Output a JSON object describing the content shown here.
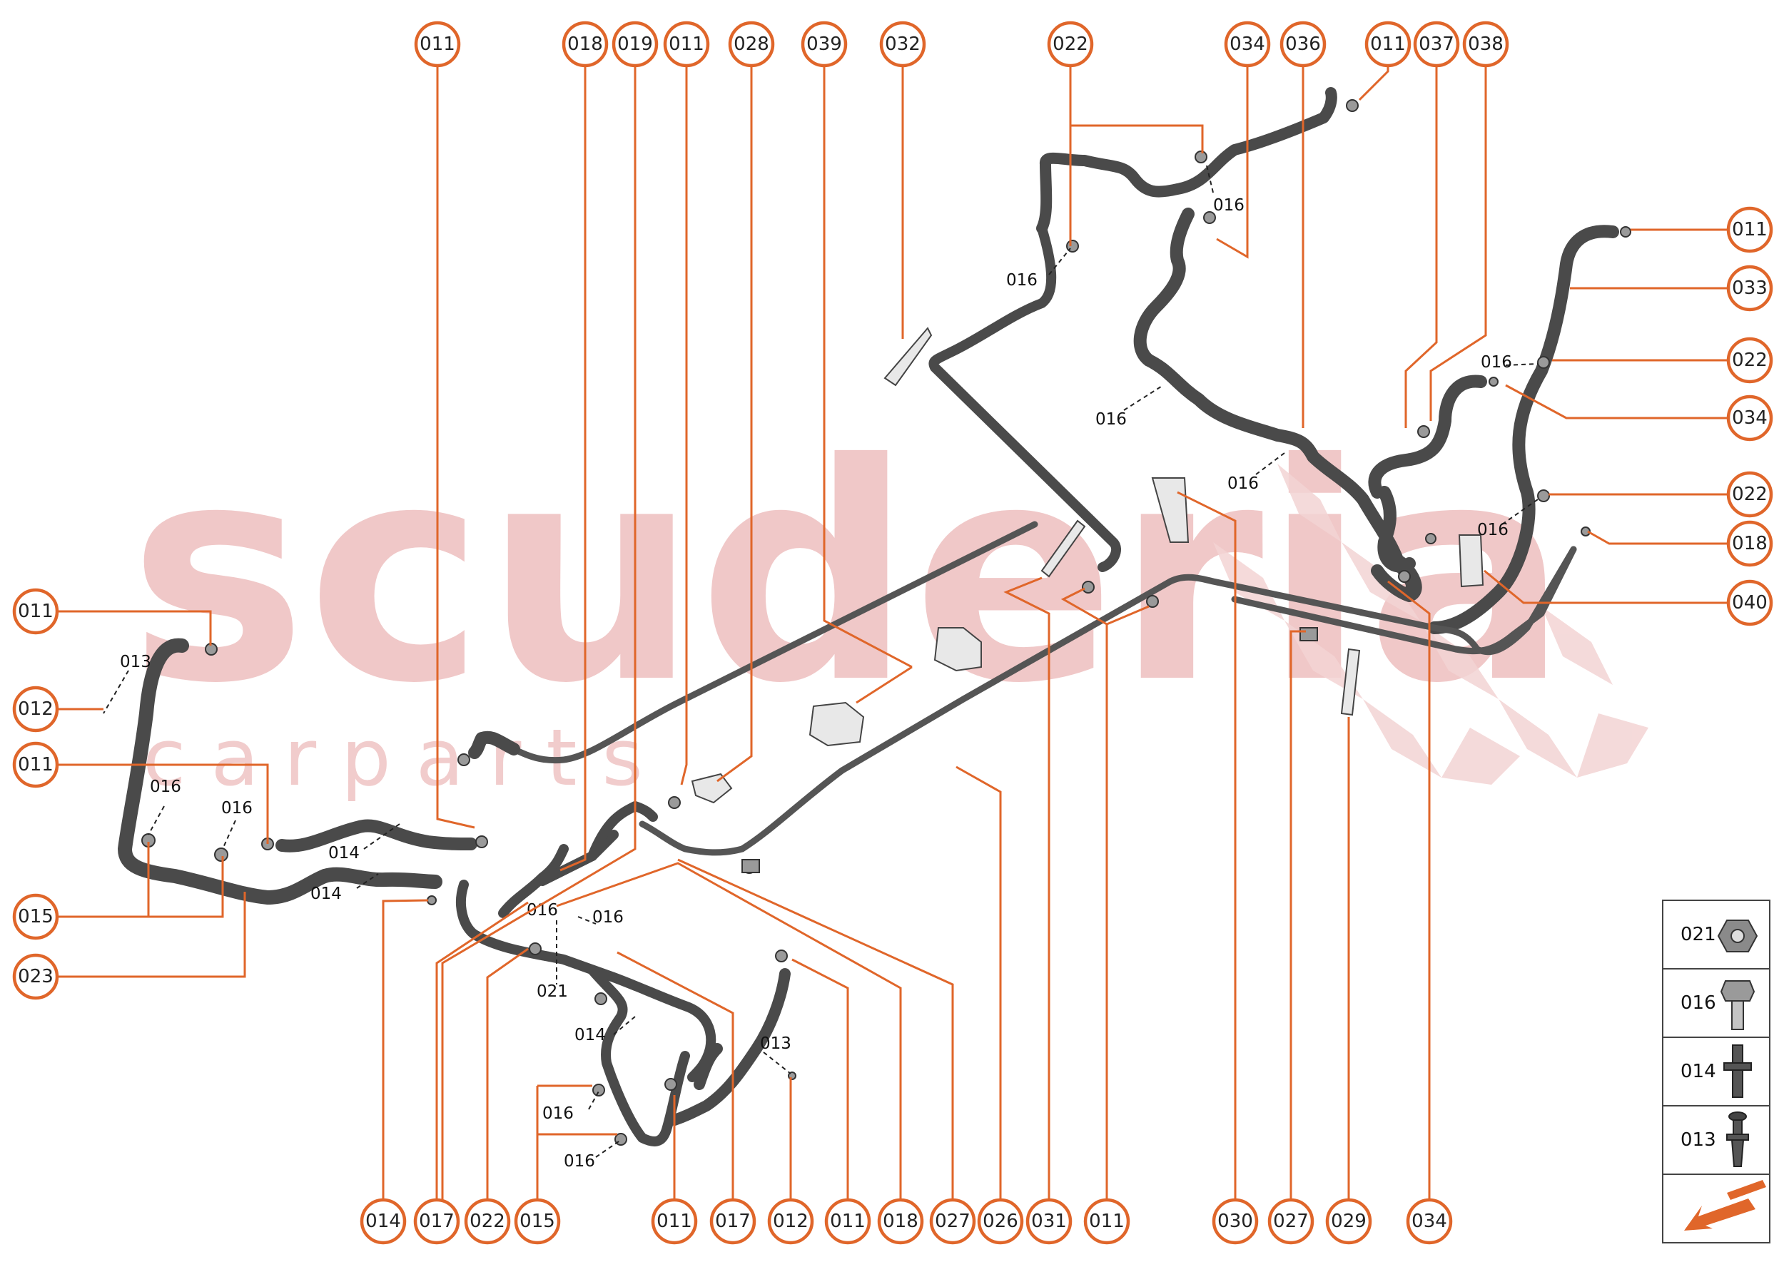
{
  "watermark": {
    "brand": "scuderia",
    "sub": "c a r p a r t s"
  },
  "colors": {
    "accent": "#e0662a",
    "hose": "#4a4a4a",
    "watermark": "#f0c8c8"
  },
  "top_callouts": [
    "011",
    "018",
    "019",
    "011",
    "028",
    "039",
    "032",
    "022",
    "034",
    "036",
    "011",
    "037",
    "038"
  ],
  "right_callouts": [
    "011",
    "033",
    "022",
    "034",
    "022",
    "018",
    "040"
  ],
  "left_callouts": [
    "011",
    "012",
    "011",
    "015",
    "023"
  ],
  "bottom_callouts": [
    "014",
    "017",
    "022",
    "015",
    "011",
    "017",
    "012",
    "011",
    "018",
    "027",
    "026",
    "031",
    "011",
    "030",
    "027",
    "029",
    "034"
  ],
  "inline_labels": {
    "l016a": "016",
    "l016b": "016",
    "l016c": "016",
    "l016d": "016",
    "l016e": "016",
    "l016f": "016",
    "l016g": "016",
    "l016h": "016",
    "l016i": "016",
    "l016j": "016",
    "l016k": "016",
    "l016l": "016",
    "l013a": "013",
    "l013b": "013",
    "l014a": "014",
    "l014b": "014",
    "l014c": "014",
    "l021": "021"
  },
  "legend": [
    {
      "code": "021",
      "icon": "nut-icon"
    },
    {
      "code": "016",
      "icon": "bolt-icon"
    },
    {
      "code": "014",
      "icon": "stud-icon"
    },
    {
      "code": "013",
      "icon": "push-rivet-icon"
    }
  ],
  "legend_arrow_icon": "direction-arrow-icon"
}
